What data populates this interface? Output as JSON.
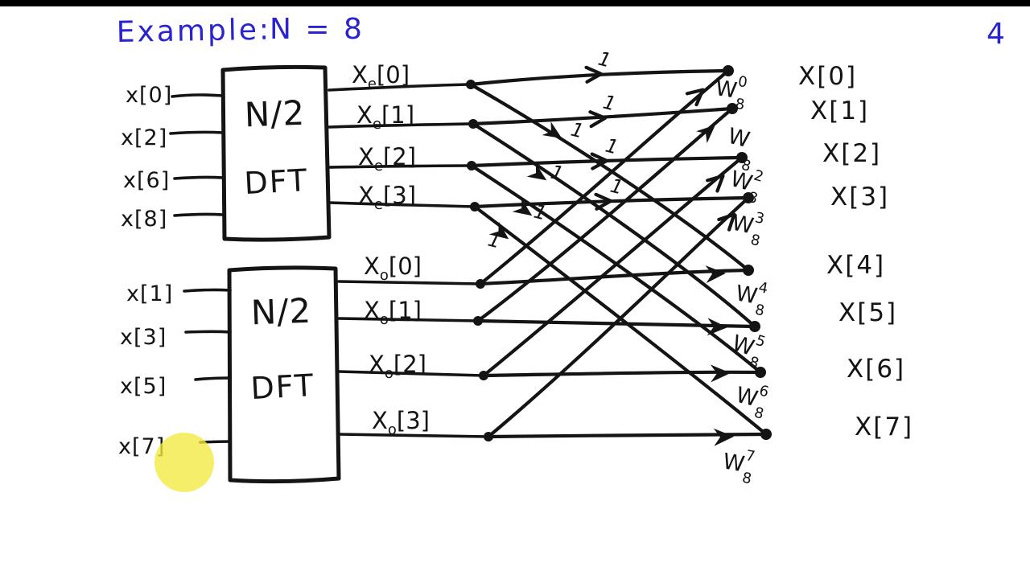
{
  "page": {
    "title_label": "Example:",
    "title_value": "N = 8",
    "page_number": "4",
    "ink_color": "#141414",
    "accent_color": "#2a23cf",
    "highlight_color": "#f2e93e"
  },
  "blocks": {
    "top": {
      "size": "N/2",
      "name": "DFT"
    },
    "bottom": {
      "size": "N/2",
      "name": "DFT"
    }
  },
  "inputs": {
    "top": [
      "x[0]",
      "x[2]",
      "x[6]",
      "x[8]"
    ],
    "bottom": [
      "x[1]",
      "x[3]",
      "x[5]",
      "x[7]"
    ]
  },
  "intermediate": {
    "even": [
      {
        "base": "X",
        "sub": "e",
        "index": "[0]"
      },
      {
        "base": "X",
        "sub": "e",
        "index": "[1]"
      },
      {
        "base": "X",
        "sub": "e",
        "index": "[2]"
      },
      {
        "base": "X",
        "sub": "e",
        "index": "[3]"
      }
    ],
    "odd": [
      {
        "base": "X",
        "sub": "o",
        "index": "[0]"
      },
      {
        "base": "X",
        "sub": "o",
        "index": "[1]"
      },
      {
        "base": "X",
        "sub": "o",
        "index": "[2]"
      },
      {
        "base": "X",
        "sub": "o",
        "index": "[3]"
      }
    ]
  },
  "gains": {
    "unity": "1"
  },
  "twiddles": [
    {
      "base": "W",
      "sup": "0",
      "sub": "8"
    },
    {
      "base": "W",
      "sup": "",
      "sub": "8"
    },
    {
      "base": "W",
      "sup": "2",
      "sub": "8"
    },
    {
      "base": "W",
      "sup": "3",
      "sub": "8"
    },
    {
      "base": "W",
      "sup": "4",
      "sub": "8"
    },
    {
      "base": "W",
      "sup": "5",
      "sub": "8"
    },
    {
      "base": "W",
      "sup": "6",
      "sub": "8"
    },
    {
      "base": "W",
      "sup": "7",
      "sub": "8"
    }
  ],
  "outputs": [
    "X[0]",
    "X[1]",
    "X[2]",
    "X[3]",
    "X[4]",
    "X[5]",
    "X[6]",
    "X[7]"
  ]
}
